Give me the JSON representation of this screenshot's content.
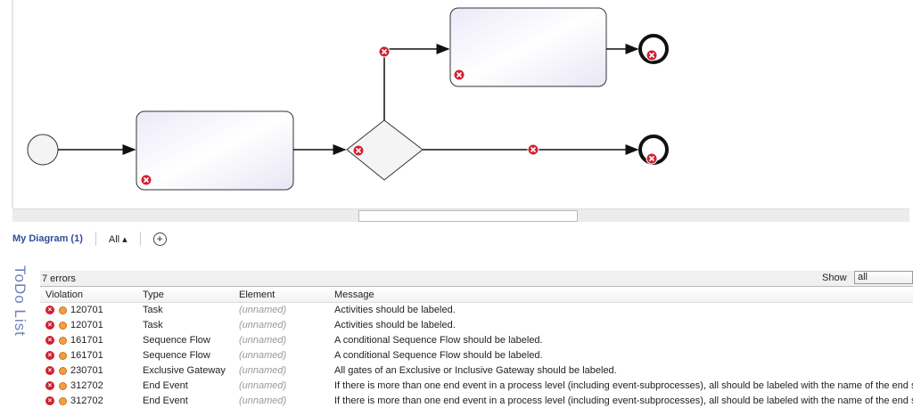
{
  "tabs": {
    "diagram": "My Diagram (1)",
    "filter": "All ▴",
    "add": "+"
  },
  "todo_label": "ToDo List",
  "panel": {
    "count": "7 errors",
    "show_label": "Show",
    "show_value": "all",
    "columns": [
      "Violation",
      "Type",
      "Element",
      "Message"
    ],
    "rows": [
      {
        "code": "120701",
        "type": "Task",
        "element": "(unnamed)",
        "message": "Activities should be labeled."
      },
      {
        "code": "120701",
        "type": "Task",
        "element": "(unnamed)",
        "message": "Activities should be labeled."
      },
      {
        "code": "161701",
        "type": "Sequence Flow",
        "element": "(unnamed)",
        "message": "A conditional Sequence Flow should be labeled."
      },
      {
        "code": "161701",
        "type": "Sequence Flow",
        "element": "(unnamed)",
        "message": "A conditional Sequence Flow should be labeled."
      },
      {
        "code": "230701",
        "type": "Exclusive Gateway",
        "element": "(unnamed)",
        "message": "All gates of an Exclusive or Inclusive Gateway should be labeled."
      },
      {
        "code": "312702",
        "type": "End Event",
        "element": "(unnamed)",
        "message": "If there is more than one end event in a process level (including event-subprocesses), all should be labeled with the name of the end state."
      },
      {
        "code": "312702",
        "type": "End Event",
        "element": "(unnamed)",
        "message": "If there is more than one end event in a process level (including event-subprocesses), all should be labeled with the name of the end state."
      }
    ]
  },
  "colors": {
    "error": "#d22030",
    "accent": "#2f4d9c"
  }
}
